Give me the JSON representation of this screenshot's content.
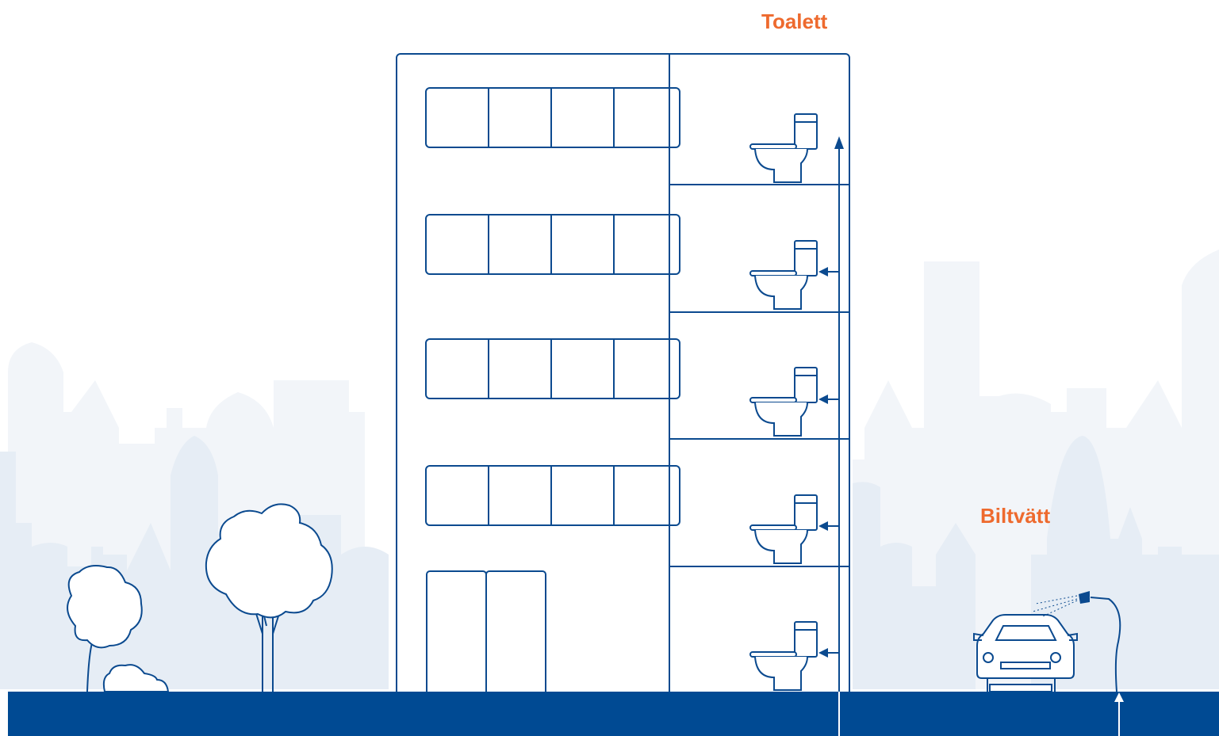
{
  "labels": {
    "toilet": "Toalett",
    "car_wash": "Biltvätt"
  },
  "colors": {
    "line": "#0b4a8f",
    "ground": "#004a93",
    "accent_label": "#ee6a2e",
    "skyline_light": "#f2f5f9",
    "skyline_mid": "#e6edf5",
    "background": "#ffffff"
  },
  "icons": [
    "toilet-icon",
    "car-icon",
    "hose-nozzle-icon",
    "tree-icon",
    "bush-icon",
    "arrow-icon"
  ],
  "diagram": {
    "floors_with_toilets": 5,
    "window_rows": 4,
    "panes_per_window_row": 4
  }
}
